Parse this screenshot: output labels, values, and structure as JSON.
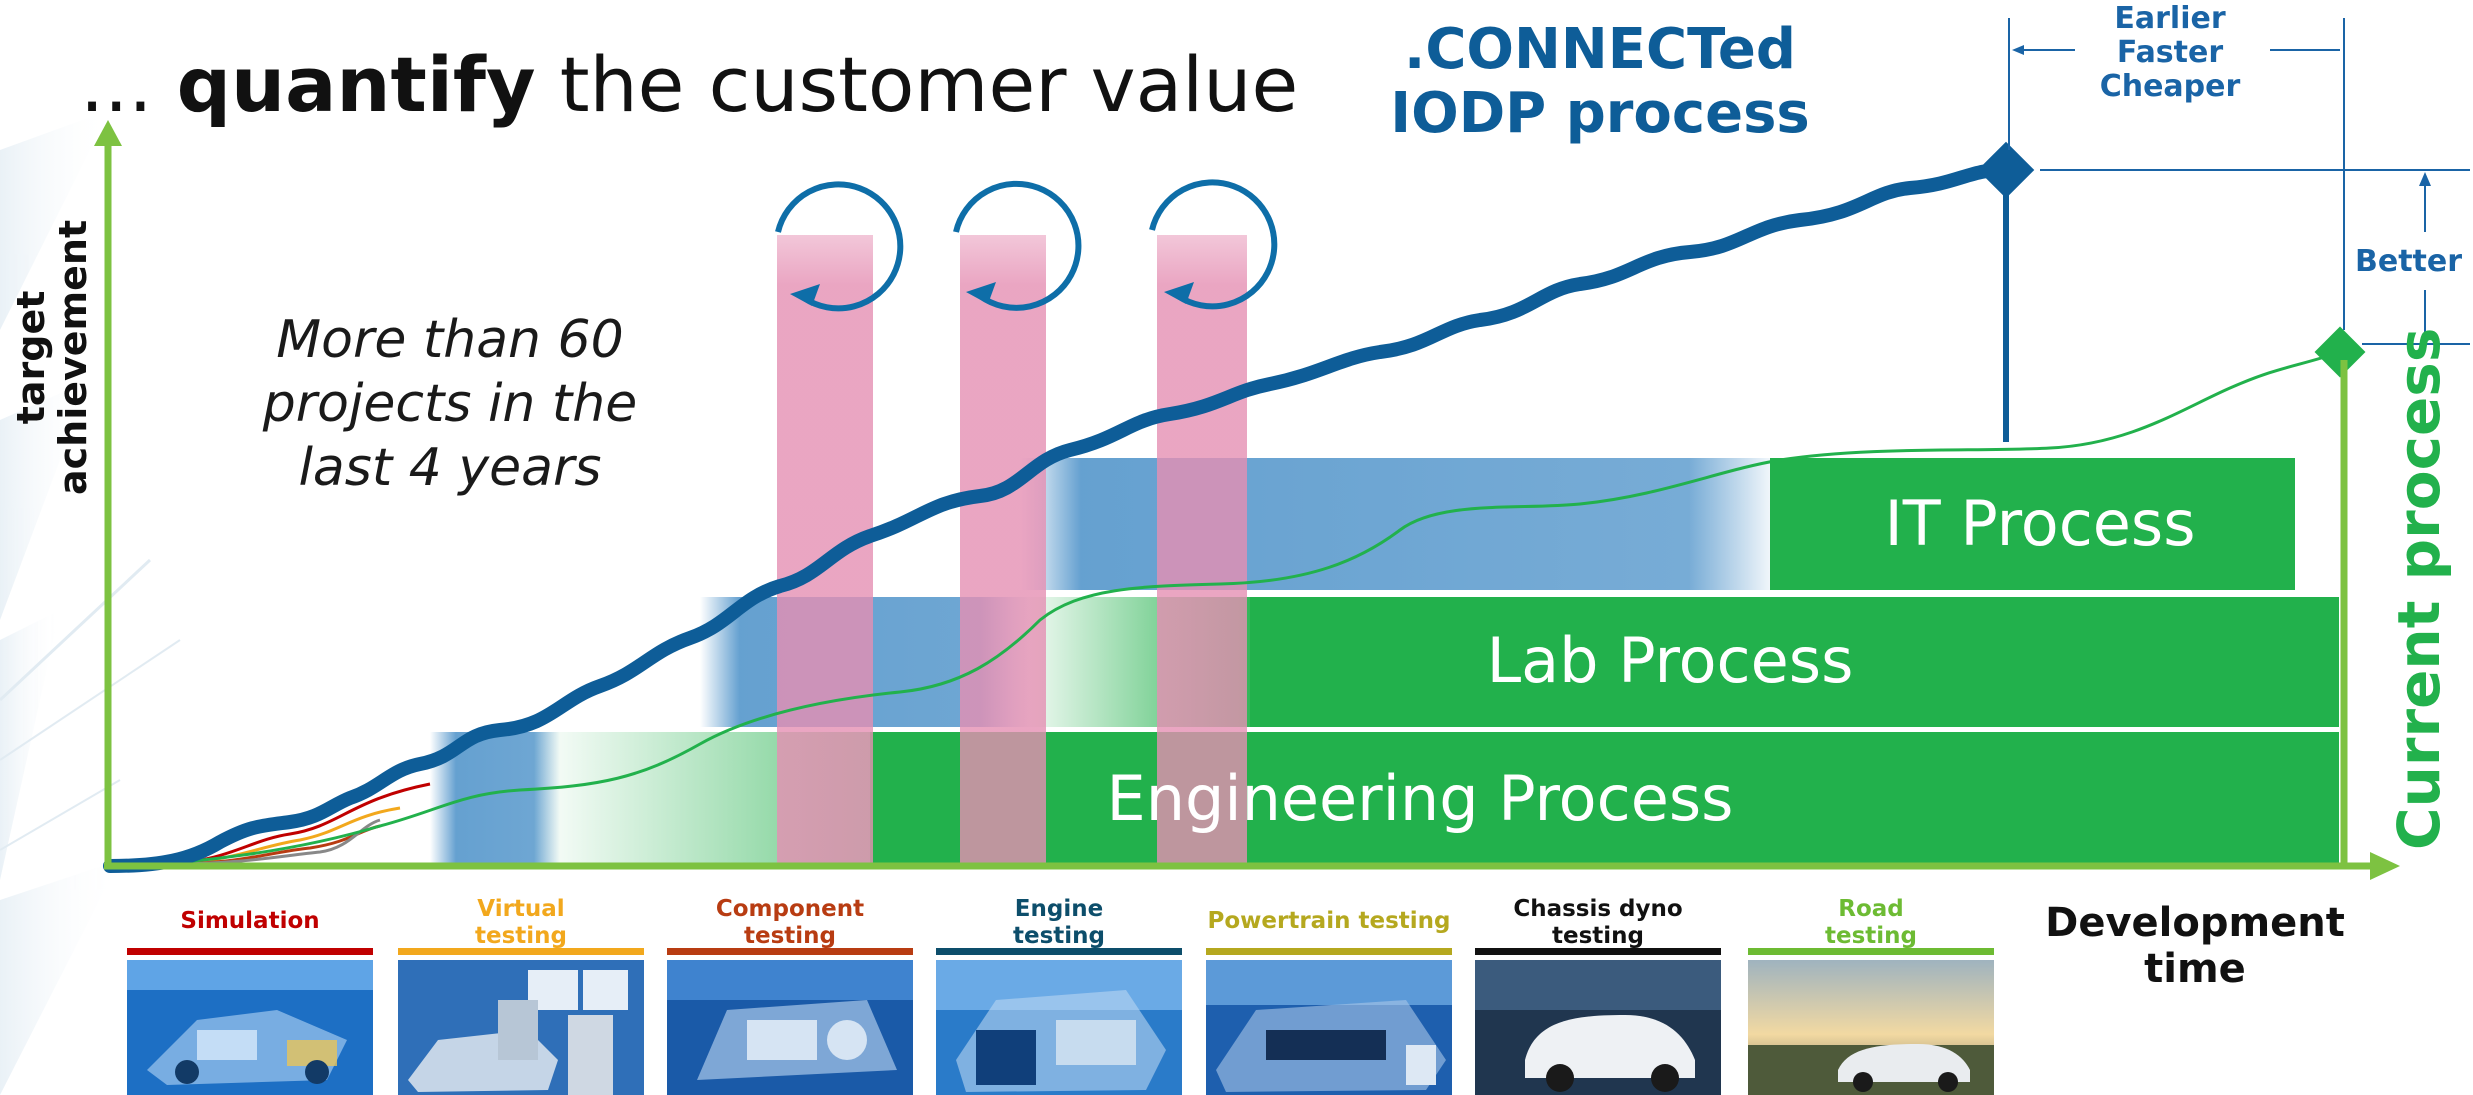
{
  "title": {
    "prefix": "... ",
    "bold": "quantify",
    "rest": " the customer value"
  },
  "connected": {
    "line1": ".CONNECTed",
    "line2": "IODP process"
  },
  "efc": [
    "Earlier",
    "Faster",
    "Cheaper"
  ],
  "better": "Better",
  "y_axis_label": [
    "target",
    "achievement"
  ],
  "x_axis_label": [
    "Development",
    "time"
  ],
  "current_process": "Current process",
  "projects_note": [
    "More than 60",
    "projects in the",
    "last 4 years"
  ],
  "processes": {
    "it": "IT Process",
    "lab": "Lab Process",
    "engineering": "Engineering Process"
  },
  "stages": [
    {
      "label": [
        "Simulation"
      ],
      "color": "#c00000",
      "thumb": "simulation"
    },
    {
      "label": [
        "Virtual",
        "testing"
      ],
      "color": "#f2a81d",
      "thumb": "virtual-testing"
    },
    {
      "label": [
        "Component",
        "testing"
      ],
      "color": "#b83c12",
      "thumb": "component-testing"
    },
    {
      "label": [
        "Engine",
        "testing"
      ],
      "color": "#0d4e6b",
      "thumb": "engine-testing"
    },
    {
      "label": [
        "Powertrain testing"
      ],
      "color": "#b5a81f",
      "thumb": "powertrain-testing"
    },
    {
      "label": [
        "Chassis dyno",
        "testing"
      ],
      "color": "#111111",
      "thumb": "chassis-dyno-testing"
    },
    {
      "label": [
        "Road",
        "testing"
      ],
      "color": "#6dbb33",
      "thumb": "road-testing"
    }
  ],
  "colors": {
    "green": "#22b14c",
    "axis_green": "#7dc241",
    "blue": "#0e5d98",
    "pink": "#e8a0bd"
  }
}
